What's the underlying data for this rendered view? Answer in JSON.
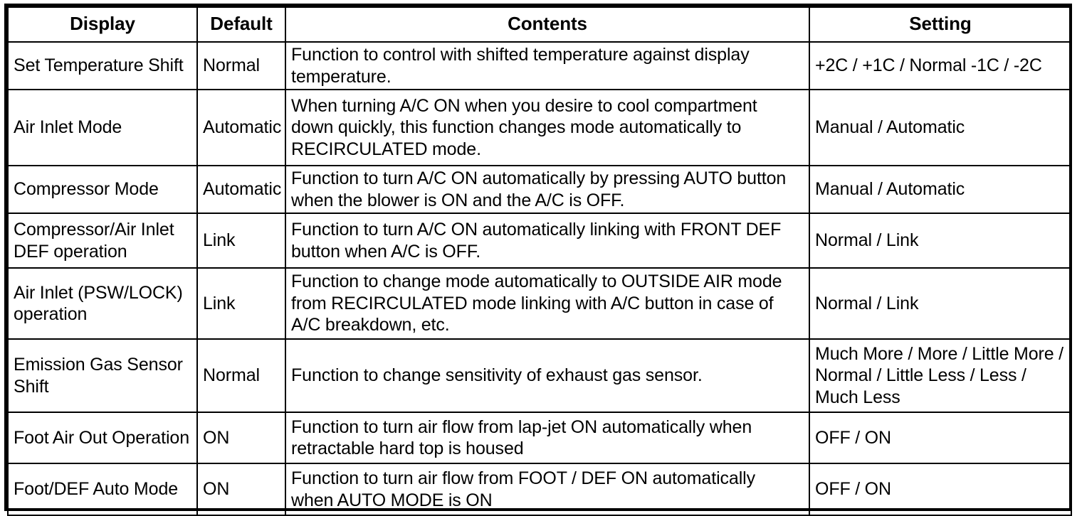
{
  "table": {
    "headers": [
      {
        "label": "Display"
      },
      {
        "label": "Default"
      },
      {
        "label": "Contents"
      },
      {
        "label": "Setting"
      }
    ],
    "rows": [
      {
        "display": [
          "Set Temperature Shift"
        ],
        "default": "Normal",
        "contents": [
          "Function to control with shifted temperature against display",
          "temperature."
        ],
        "setting": [
          "+2C / +1C / Normal -1C / -2C"
        ]
      },
      {
        "display": [
          "Air Inlet Mode"
        ],
        "default": "Automatic",
        "contents": [
          "When turning A/C ON when you desire to cool compartment",
          "down quickly, this function changes mode automatically to",
          "RECIRCULATED mode."
        ],
        "setting": [
          "Manual / Automatic"
        ]
      },
      {
        "display": [
          "Compressor Mode"
        ],
        "default": "Automatic",
        "contents": [
          "Function to turn A/C ON automatically by pressing AUTO button",
          "when the blower is ON and the A/C is OFF."
        ],
        "setting": [
          "Manual / Automatic"
        ]
      },
      {
        "display": [
          "Compressor/Air Inlet",
          "DEF operation"
        ],
        "default": "Link",
        "contents": [
          "Function to turn A/C ON automatically linking with FRONT DEF",
          "button when A/C is OFF."
        ],
        "setting": [
          "Normal / Link"
        ]
      },
      {
        "display": [
          "Air Inlet (PSW/LOCK)",
          "operation"
        ],
        "default": "Link",
        "contents": [
          "Function to change mode automatically to OUTSIDE AIR mode",
          "from RECIRCULATED mode linking with A/C button in case of",
          "A/C breakdown, etc."
        ],
        "setting": [
          "Normal / Link"
        ]
      },
      {
        "display": [
          "Emission Gas Sensor",
          "Shift"
        ],
        "default": "Normal",
        "contents": [
          "Function to change sensitivity of exhaust gas sensor."
        ],
        "setting": [
          "Much More / More / Little More /",
          "Normal / Little Less / Less /",
          "Much Less"
        ]
      },
      {
        "display": [
          "Foot Air Out Operation"
        ],
        "default": "ON",
        "contents": [
          "Function to turn air flow from lap-jet ON automatically when",
          "retractable hard top is housed"
        ],
        "setting": [
          "OFF / ON"
        ]
      },
      {
        "display": [
          "Foot/DEF Auto Mode"
        ],
        "default": "ON",
        "contents": [
          "Function to turn air flow from FOOT / DEF ON automatically",
          "when AUTO MODE is ON"
        ],
        "setting": [
          "OFF / ON"
        ]
      }
    ]
  },
  "colors": {
    "border": "#000000",
    "text": "#000000",
    "background": "#ffffff"
  }
}
